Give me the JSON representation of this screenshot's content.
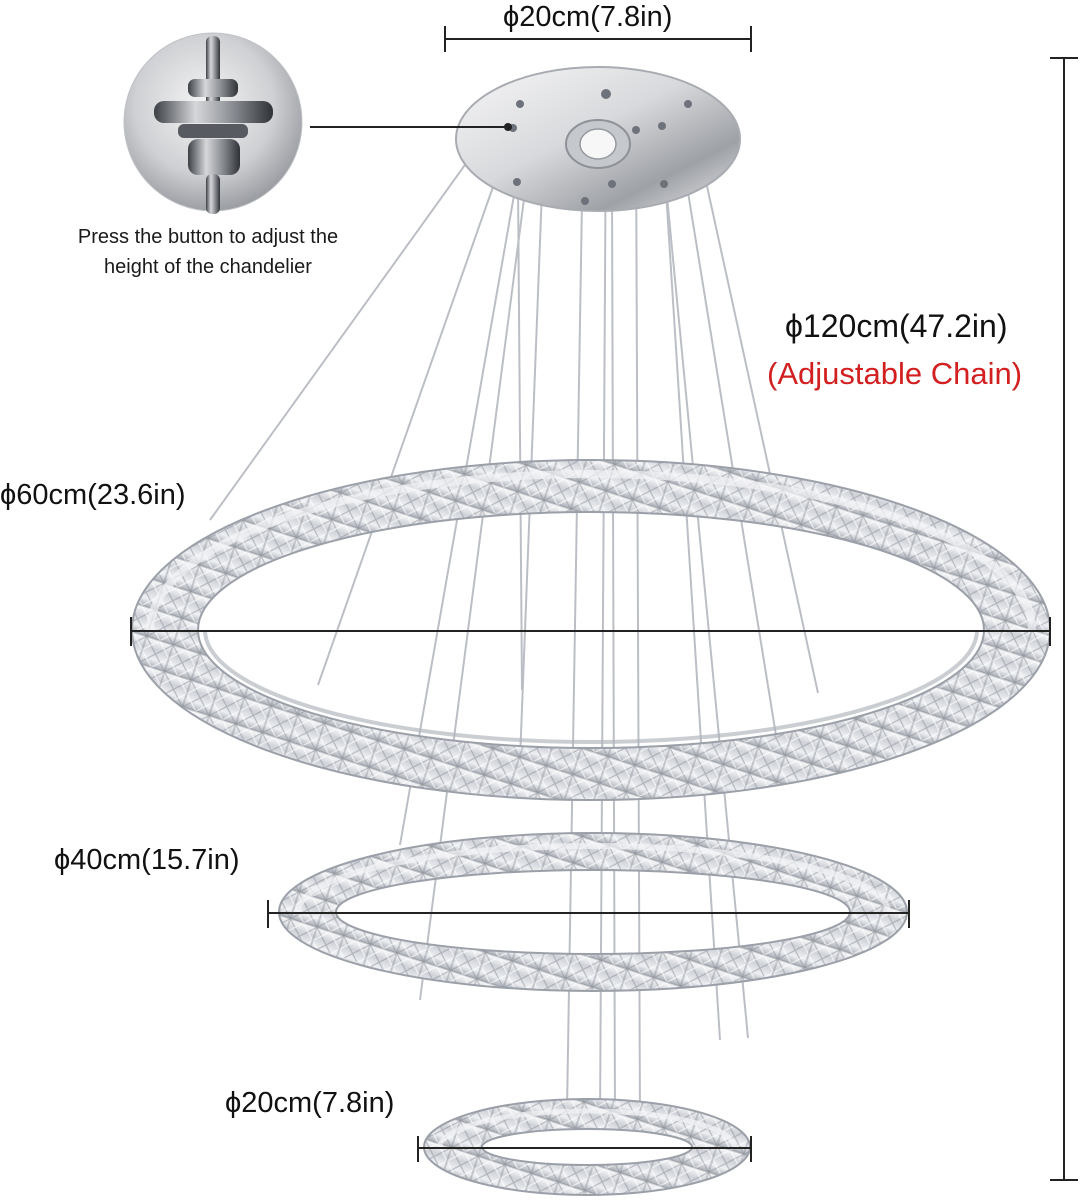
{
  "dimensions": {
    "canopy_width": "ϕ20cm(7.8in)",
    "total_height": "ϕ120cm(47.2in)",
    "chain_note": "(Adjustable Chain)",
    "large_ring": "ϕ60cm(23.6in)",
    "medium_ring": "ϕ40cm(15.7in)",
    "small_ring": "ϕ20cm(7.8in)"
  },
  "callout": {
    "line1": "Press the button to adjust the",
    "line2": "height of the chandelier",
    "icon": "adjuster-detail-icon"
  },
  "colors": {
    "text": "#111111",
    "chain_note": "#d21f1f",
    "metal": "#c7c9cc",
    "crystal": "#e8e9ed"
  }
}
